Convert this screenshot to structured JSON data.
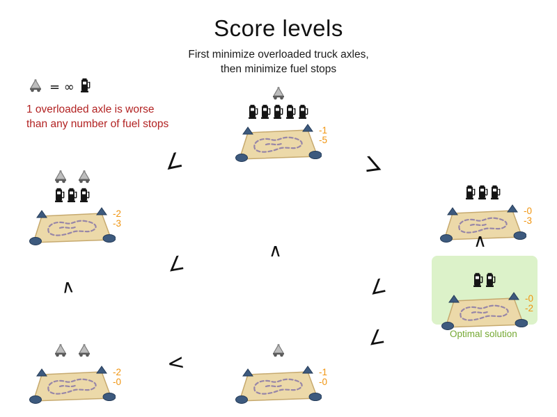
{
  "title": "Score levels",
  "subtitle": {
    "line1": "First minimize overloaded truck axles,",
    "line2": "then minimize fuel stops"
  },
  "legend": {
    "axle_count": 1,
    "fuel_count": 1,
    "equation": "= ∞",
    "note_line1": "1 overloaded axle is worse",
    "note_line2": "than any number of fuel stops"
  },
  "optimal": {
    "label": "Optimal solution"
  },
  "solutions": [
    {
      "name": "top",
      "axles": 1,
      "fuel_stops": 5,
      "axle_score": "-1",
      "fuel_score": "-5"
    },
    {
      "name": "mid-left",
      "axles": 2,
      "fuel_stops": 3,
      "axle_score": "-2",
      "fuel_score": "-3"
    },
    {
      "name": "mid-right",
      "axles": 0,
      "fuel_stops": 3,
      "axle_score": "-0",
      "fuel_score": "-3"
    },
    {
      "name": "optimal",
      "axles": 0,
      "fuel_stops": 2,
      "axle_score": "-0",
      "fuel_score": "-2"
    },
    {
      "name": "bottom-left",
      "axles": 2,
      "fuel_stops": 0,
      "axle_score": "-2",
      "fuel_score": "-0"
    },
    {
      "name": "bottom-middle",
      "axles": 1,
      "fuel_stops": 0,
      "axle_score": "-1",
      "fuel_score": "-0"
    }
  ],
  "comparators": [
    "∠",
    "∠",
    "∧",
    "∠",
    "∧",
    "∠",
    "∧",
    "∠",
    "<"
  ],
  "colors": {
    "score": "#f0940f",
    "note": "#b22222",
    "optimal_bg": "#dcf2c9",
    "optimal_label": "#74a832",
    "map_fill": "#ecd9a9",
    "map_border": "#c6a96e",
    "route": "#9786a8",
    "corner": "#3d5a7e"
  }
}
